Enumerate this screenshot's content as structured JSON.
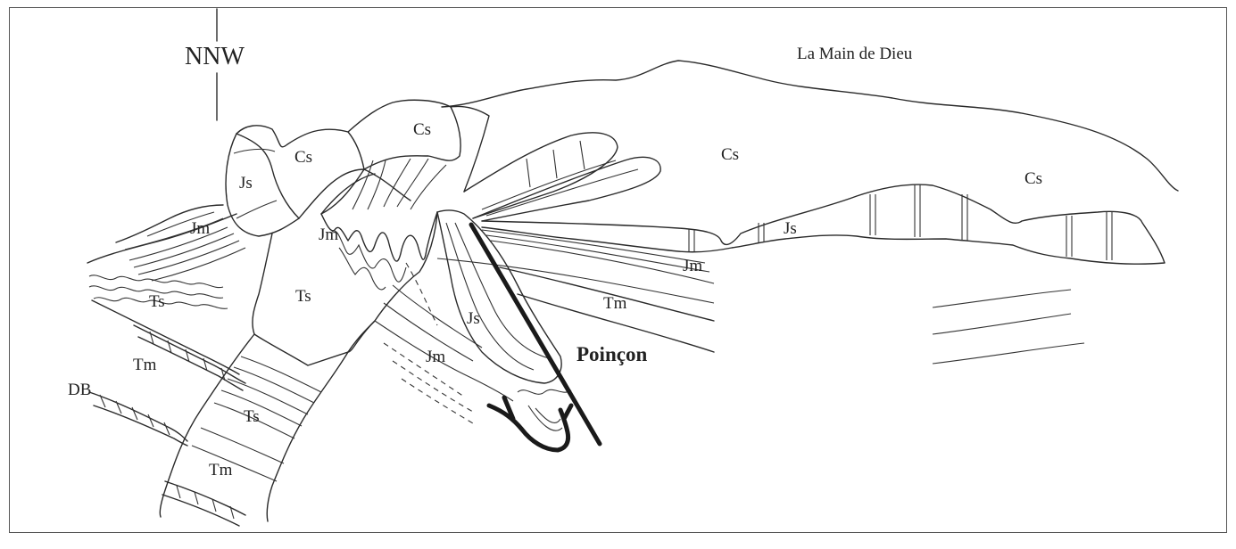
{
  "orientation": "NNW",
  "peak_name": "La Main de Dieu",
  "structure_name": "Poinçon",
  "labels": {
    "cs1": "Cs",
    "cs2": "Cs",
    "cs3": "Cs",
    "cs4": "Cs",
    "js1": "Js",
    "js2": "Js",
    "js3": "Js",
    "jm1": "Jm",
    "jm2": "Jm",
    "jm3": "Jm",
    "jm4": "Jm",
    "ts1": "Ts",
    "ts2": "Ts",
    "ts3": "Ts",
    "tm1": "Tm",
    "tm2": "Tm",
    "tm3": "Tm",
    "db": "DB"
  }
}
